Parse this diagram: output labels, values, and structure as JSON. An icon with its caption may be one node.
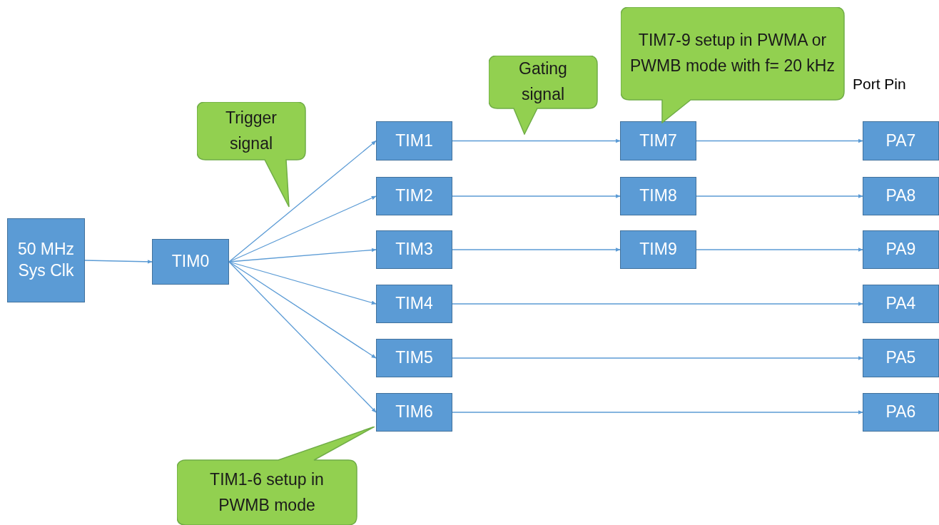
{
  "diagram": {
    "nodes": [
      {
        "text": [
          "50 MHz Sys Clk"
        ]
      },
      {
        "text": [
          "TIM0"
        ]
      },
      {
        "text": [
          "TIM1"
        ]
      },
      {
        "text": [
          "TIM2"
        ]
      },
      {
        "text": [
          "TIM3"
        ]
      },
      {
        "text": [
          "TIM4"
        ]
      },
      {
        "text": [
          "TIM5"
        ]
      },
      {
        "text": [
          "TIM6"
        ]
      },
      {
        "text": [
          "TIM7"
        ]
      },
      {
        "text": [
          "TIM8"
        ]
      },
      {
        "text": [
          "TIM9"
        ]
      },
      {
        "text": [
          "PA7"
        ]
      },
      {
        "text": [
          "PA8"
        ]
      },
      {
        "text": [
          "PA9"
        ]
      },
      {
        "text": [
          "PA4"
        ]
      },
      {
        "text": [
          "PA5"
        ]
      },
      {
        "text": [
          "PA6"
        ]
      },
      {
        "text": [
          "Trigger signal"
        ]
      },
      {
        "text": [
          "Gating signal"
        ]
      },
      {
        "text": [
          "TIM7-9 setup in PWMA or PWMB mode with f= 20 kHz"
        ]
      },
      {
        "text": [
          "TIM1-6 setup in PWMB mode"
        ]
      }
    ],
    "edges": [
      {
        "from": 0,
        "to": 1,
        "arrow": "to"
      },
      {
        "from": 1,
        "to": 2,
        "arrow": "to"
      },
      {
        "from": 1,
        "to": 3,
        "arrow": "to"
      },
      {
        "from": 1,
        "to": 4,
        "arrow": "to"
      },
      {
        "from": 1,
        "to": 5,
        "arrow": "to"
      },
      {
        "from": 1,
        "to": 6,
        "arrow": "to"
      },
      {
        "from": 1,
        "to": 7,
        "arrow": "to"
      },
      {
        "from": 2,
        "to": 8,
        "arrow": "to"
      },
      {
        "from": 3,
        "to": 9,
        "arrow": "to"
      },
      {
        "from": 4,
        "to": 10,
        "arrow": "to"
      },
      {
        "from": 8,
        "to": 11,
        "arrow": "to"
      },
      {
        "from": 9,
        "to": 12,
        "arrow": "to"
      },
      {
        "from": 10,
        "to": 13,
        "arrow": "to"
      },
      {
        "from": 5,
        "to": 14,
        "arrow": "to"
      },
      {
        "from": 6,
        "to": 15,
        "arrow": "to"
      },
      {
        "from": 7,
        "to": 16,
        "arrow": "to"
      }
    ],
    "labels": [
      "Port Pin"
    ]
  }
}
